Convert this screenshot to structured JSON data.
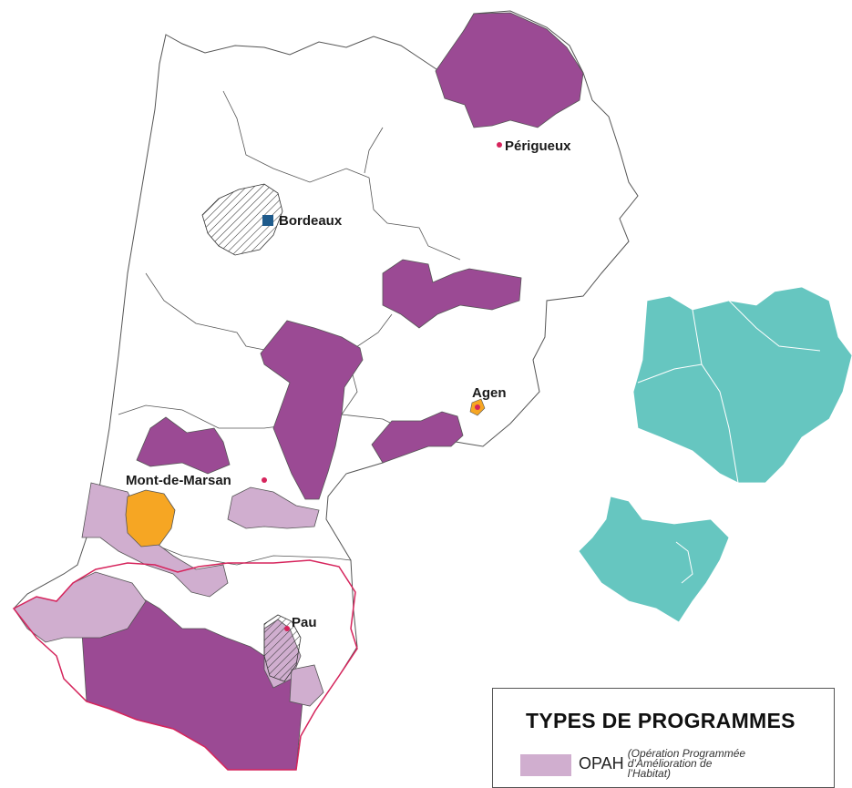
{
  "cities": [
    {
      "name": "Périgueux"
    },
    {
      "name": "Bordeaux"
    },
    {
      "name": "Agen"
    },
    {
      "name": "Mont-de-Marsan"
    },
    {
      "name": "Pau"
    }
  ],
  "legend": {
    "title": "TYPES DE PROGRAMMES",
    "items": [
      {
        "code": "OPAH",
        "description": "(Opération Programmée d’Amélioration de l’Habitat)",
        "color": "#d0aecf"
      }
    ]
  },
  "colors": {
    "pig": "#9b4a94",
    "opah": "#d0aecf",
    "orange": "#f6a623",
    "inset": "#66c6c0",
    "border_pink": "#d6245c",
    "outline": "#555555"
  }
}
